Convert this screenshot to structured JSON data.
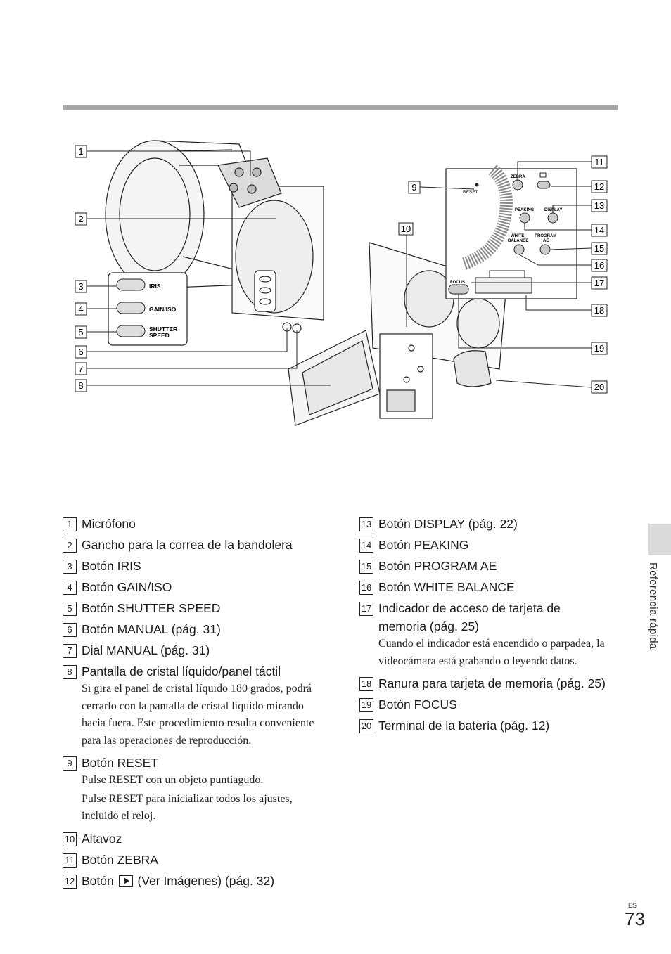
{
  "figure": {
    "callouts": [
      "1",
      "2",
      "3",
      "4",
      "5",
      "6",
      "7",
      "8",
      "9",
      "10",
      "11",
      "12",
      "13",
      "14",
      "15",
      "16",
      "17",
      "18",
      "19",
      "20"
    ],
    "button_labels": {
      "iris": "IRIS",
      "gain": "GAIN/ISO",
      "shutter1": "SHUTTER",
      "shutter2": "SPEED",
      "reset": "RESET",
      "zebra": "ZEBRA",
      "peaking": "PEAKING",
      "display": "DISPLAY",
      "white1": "WHITE",
      "white2": "BALANCE",
      "program1": "PROGRAM",
      "program2": "AE",
      "focus": "FOCUS"
    }
  },
  "items_left": [
    {
      "num": "1",
      "text": "Micrófono"
    },
    {
      "num": "2",
      "text": "Gancho para la correa de la bandolera"
    },
    {
      "num": "3",
      "text": "Botón IRIS"
    },
    {
      "num": "4",
      "text": "Botón GAIN/ISO"
    },
    {
      "num": "5",
      "text": "Botón SHUTTER SPEED"
    },
    {
      "num": "6",
      "text": "Botón MANUAL (pág. 31)"
    },
    {
      "num": "7",
      "text": "Dial MANUAL (pág. 31)"
    },
    {
      "num": "8",
      "text": "Pantalla de cristal líquido/panel táctil",
      "note": "Si gira el panel de cristal líquido 180 grados, podrá cerrarlo con la pantalla de cristal líquido mirando hacia fuera. Este procedimiento resulta conveniente para las operaciones de reproducción."
    },
    {
      "num": "9",
      "text": "Botón RESET",
      "note1": "Pulse RESET con un objeto puntiagudo.",
      "note2": "Pulse RESET para inicializar todos los ajustes, incluido el reloj."
    },
    {
      "num": "10",
      "text": "Altavoz"
    },
    {
      "num": "11",
      "text": "Botón ZEBRA"
    },
    {
      "num": "12",
      "text_before": "Botón",
      "text_after": "(Ver Imágenes) (pág. 32)",
      "icon": "play-icon"
    }
  ],
  "items_right": [
    {
      "num": "13",
      "text": "Botón DISPLAY (pág. 22)"
    },
    {
      "num": "14",
      "text": "Botón PEAKING"
    },
    {
      "num": "15",
      "text": "Botón PROGRAM AE"
    },
    {
      "num": "16",
      "text": "Botón WHITE BALANCE"
    },
    {
      "num": "17",
      "text": "Indicador de acceso de tarjeta de memoria (pág. 25)",
      "note": "Cuando el indicador está encendido o parpadea, la videocámara está grabando o leyendo datos."
    },
    {
      "num": "18",
      "text": "Ranura para tarjeta de memoria (pág. 25)"
    },
    {
      "num": "19",
      "text": "Botón FOCUS"
    },
    {
      "num": "20",
      "text": "Terminal de la batería (pág. 12)"
    }
  ],
  "sidebar": {
    "label": "Referencia rápida"
  },
  "footer": {
    "lang": "ES",
    "page": "73"
  },
  "colors": {
    "rule": "#a6a6a6",
    "tab": "#d9d9d9",
    "text": "#1a1a1a"
  }
}
